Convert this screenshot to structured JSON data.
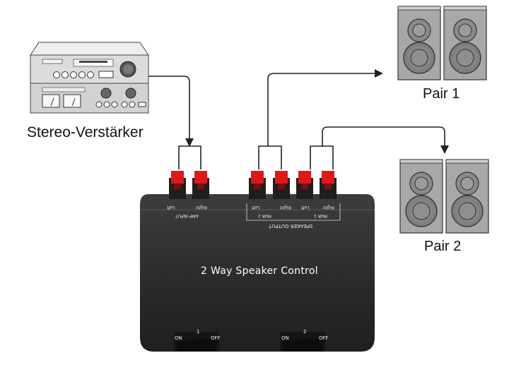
{
  "labels": {
    "amplifier": "Stereo-Verstärker",
    "pair1": "Pair 1",
    "pair2": "Pair 2"
  },
  "device": {
    "title": "2 Way Speaker Control",
    "amp_input_label": "AMP INPUT",
    "speaker_output_label": "SPEAKER OUTPUT",
    "pair1_label": "PAIR 1",
    "pair2_label": "PAIR 2",
    "left": "Left",
    "right": "Right",
    "switch1_number": "1",
    "switch2_number": "2",
    "on": "ON",
    "off": "OFF"
  },
  "colors": {
    "terminal": "#e01818",
    "device_body": "#2e2e30",
    "wire": "#222222",
    "speaker_body": "#a8a8a8",
    "amp_body": "#d9d9d9"
  },
  "icons": [
    "amplifier-icon",
    "speaker-icon",
    "arrow-icon",
    "switch-icon"
  ]
}
